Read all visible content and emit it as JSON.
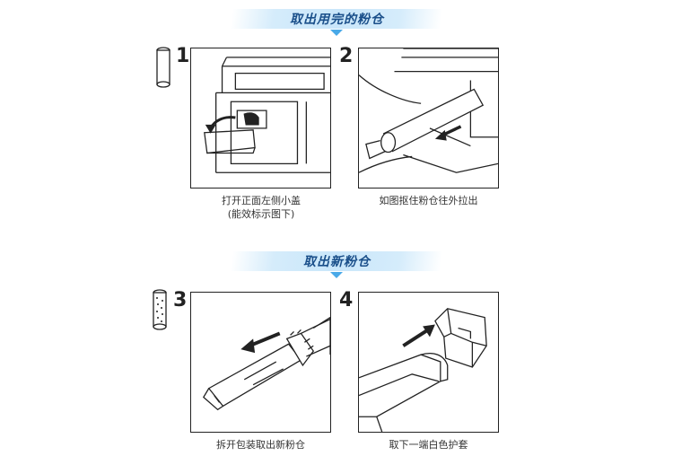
{
  "sections": [
    {
      "title": "取出用完的粉仓"
    },
    {
      "title": "取出新粉仓"
    }
  ],
  "steps": [
    {
      "number": "1",
      "caption_line1": "打开正面左侧小盖",
      "caption_line2": "(能效标示图下)"
    },
    {
      "number": "2",
      "caption_line1": "如图抠住粉仓往外拉出"
    },
    {
      "number": "3",
      "caption_line1": "拆开包装取出新粉仓"
    },
    {
      "number": "4",
      "caption_line1": "取下一端白色护套"
    }
  ]
}
